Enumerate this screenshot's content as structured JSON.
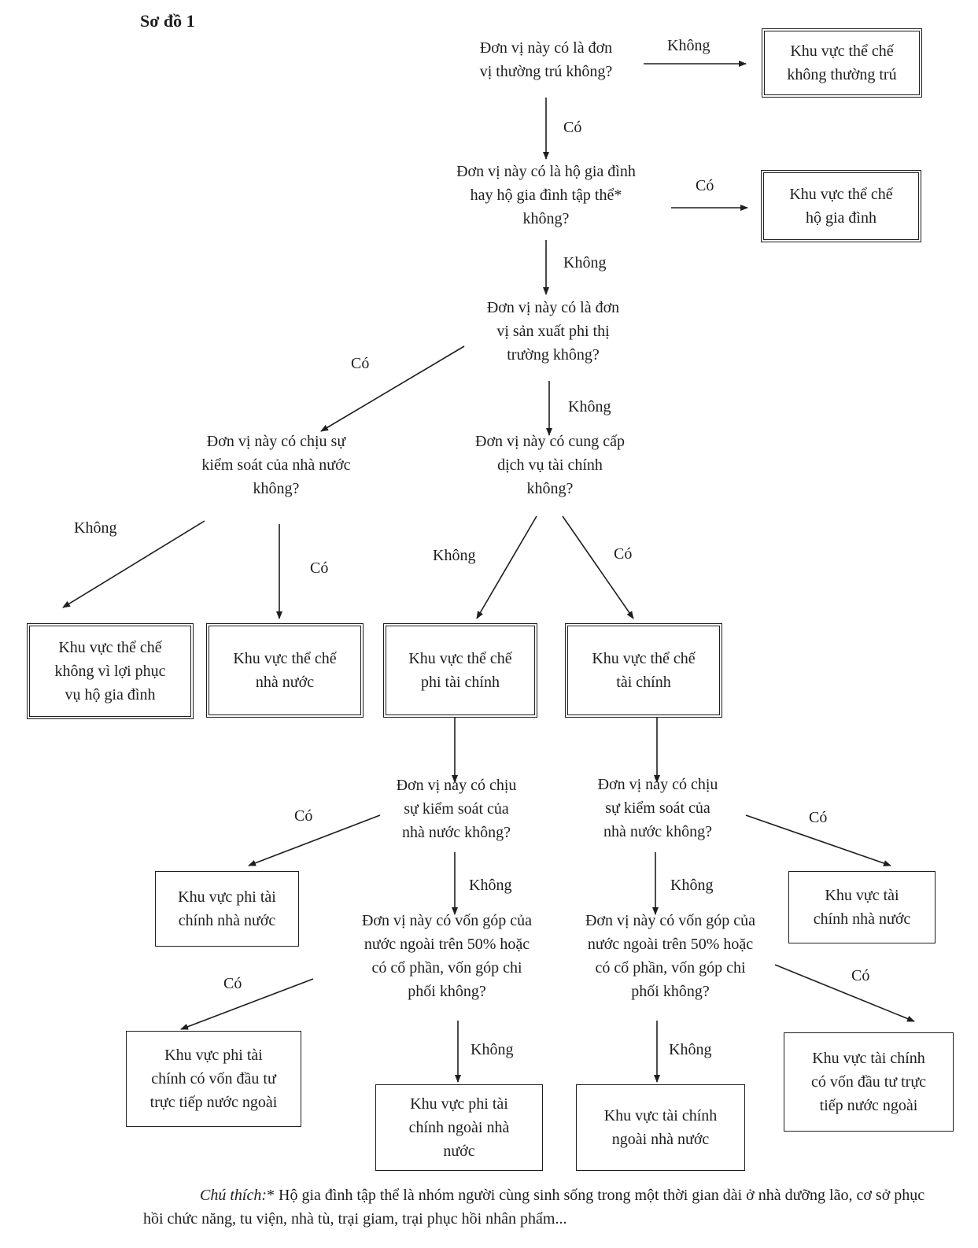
{
  "title": "Sơ đồ 1",
  "questions": {
    "q1": "Đơn vị này có là đơn\nvị thường trú không?",
    "q2": "Đơn vị này có là hộ gia đình\nhay hộ gia đình tập thể*\nkhông?",
    "q3": "Đơn vị này có là đơn\nvị sản xuất phi thị\ntrường không?",
    "q4": "Đơn vị này có chịu sự\nkiểm soát của nhà nước\nkhông?",
    "q5": "Đơn vị này có cung cấp\ndịch vụ tài chính\nkhông?",
    "q6": "Đơn vị này có chịu\nsự kiểm soát của\nnhà nước không?",
    "q7": "Đơn vị này có chịu\nsự kiểm soát của\nnhà nước không?",
    "q8": "Đơn vị này có vốn góp của\nnước ngoài trên 50% hoặc\ncó cổ phần, vốn góp chi\nphối không?",
    "q9": "Đơn vị này có vốn góp của\nnước ngoài trên 50% hoặc\ncó cổ phần, vốn góp chi\nphối không?"
  },
  "boxes": {
    "b1": "Khu vực thể chế\nkhông thường trú",
    "b2": "Khu vực thể chế\nhộ gia đình",
    "b3": "Khu vực thể chế\nkhông vì lợi phục\nvụ hộ gia đình",
    "b4": "Khu vực thể chế\nnhà nước",
    "b5": "Khu vực thể chế\nphi tài chính",
    "b6": "Khu vực thể chế\ntài chính",
    "b7": "Khu vực phi tài\nchính nhà nước",
    "b8": "Khu vực tài\nchính nhà nước",
    "b9": "Khu vực phi tài\nchính có vốn đầu tư\ntrực tiếp nước ngoài",
    "b10": "Khu vực phi tài\nchính ngoài nhà\nnước",
    "b11": "Khu vực tài chính\nngoài nhà nước",
    "b12": "Khu vực tài chính\ncó vốn đầu tư trực\ntiếp nước ngoài"
  },
  "labels": {
    "l1": "Không",
    "l2": "Có",
    "l3": "Có",
    "l4": "Không",
    "l5": "Có",
    "l6": "Không",
    "l7": "Không",
    "l8": "Có",
    "l9": "Không",
    "l10": "Có",
    "l11": "Có",
    "l12": "Không",
    "l13": "Có",
    "l14": "Không",
    "l15": "Có",
    "l16": "Không",
    "l17": "Có",
    "l18": "Không"
  },
  "note": {
    "lead": "Chú thích:",
    "text": "* Hộ gia đình tập thể là nhóm người cùng sinh sống trong một thời gian dài ở nhà dưỡng lão, cơ sở phục hồi chức năng, tu viện, nhà tù, trại giam, trại phục hồi nhân phẩm..."
  }
}
